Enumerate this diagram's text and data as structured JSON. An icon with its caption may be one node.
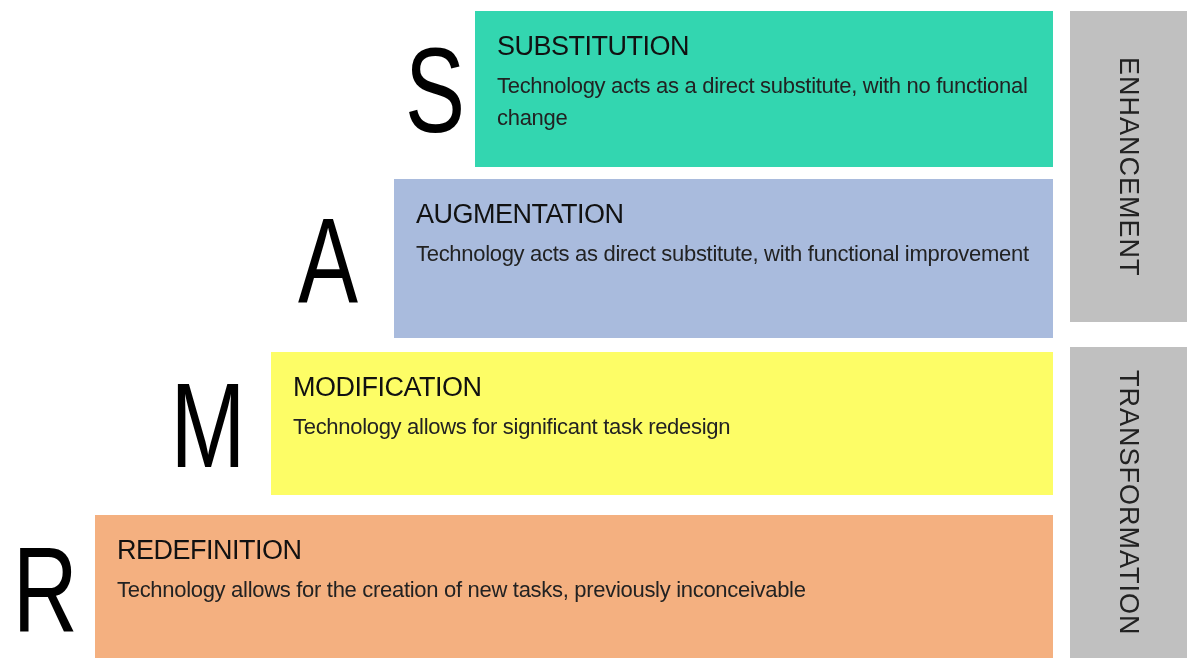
{
  "diagram": {
    "nodes": [
      {
        "text": [
          "SUBSTITUTION",
          "Technology acts as a direct substitute, with no functional change"
        ],
        "beside": [
          "S"
        ]
      },
      {
        "text": [
          "AUGMENTATION",
          "Technology acts as direct substitute, with functional improvement"
        ],
        "beside": [
          "A"
        ]
      },
      {
        "text": [
          "MODIFICATION",
          "Technology allows for significant task redesign"
        ],
        "beside": [
          "M"
        ]
      },
      {
        "text": [
          "REDEFINITION",
          "Technology allows for the creation of new tasks, previously inconceivable"
        ],
        "beside": [
          "R"
        ]
      },
      {
        "text": [
          "ENHANCEMENT"
        ]
      },
      {
        "text": [
          "TRANSFORMATION"
        ]
      }
    ],
    "edges": []
  }
}
